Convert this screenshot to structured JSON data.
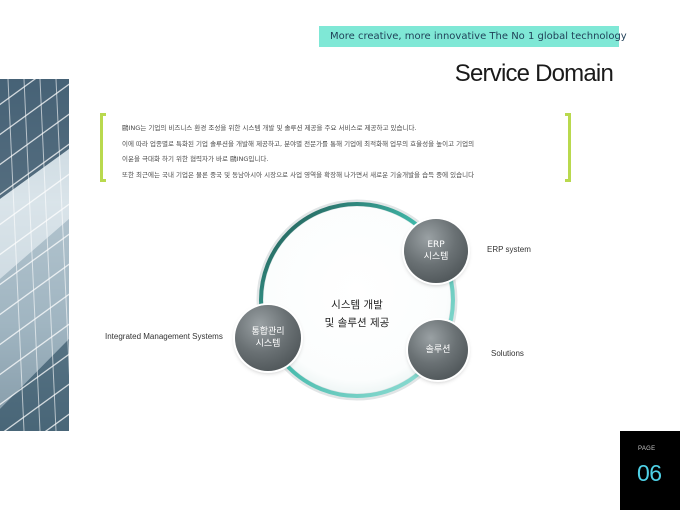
{
  "header": {
    "tagline": "More creative, more innovative The No 1 global technology",
    "title": "Service Domain"
  },
  "intro": {
    "lines": [
      "鷗ING는 기업의 비즈니스 환경 조성을 위한 시스템 개발 및 솔루션 제공을 주요 서비스로 제공하고 있습니다.",
      "이에 따라 업종별로 특화된 기업 솔루션을 개발해 제공하고, 분야별 전문가를 통해 기업에 최적화해 업무의 효율성을 높이고 기업의",
      "이윤을 극대화 하기 위한 협력자가 바로 鷗ING입니다.",
      "또한 최근에는 국내 기업은 물론 중국 및 동남아시아 시장으로 사업 영역을 확장해 나가면서 새로운 기술개발을 습득 중에 있습니다"
    ]
  },
  "diagram": {
    "center": "시스템 개발\n및 솔루션 제공",
    "nodes": {
      "erp": "ERP\n시스템",
      "integrated": "통합관리\n시스템",
      "solution": "솔루션"
    },
    "captions": {
      "erp": "ERP system",
      "integrated": "Integrated Management Systems",
      "solution": "Solutions"
    }
  },
  "page": {
    "label": "PAGE",
    "number": "06"
  },
  "colors": {
    "accent_teal": "#7fe8d6",
    "bracket_green": "#b9d94e",
    "page_number": "#4fd1e6"
  }
}
